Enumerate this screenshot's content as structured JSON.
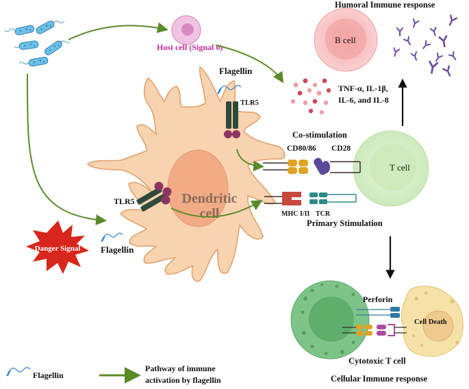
{
  "labels": {
    "humoral_title": "Humoral Immune response",
    "b_cell": "B cell",
    "host_cell": "Host cell (Signal 0)",
    "flagellin_top": "Flagellin",
    "tlr5_upper": "TLR5",
    "cytokines_line1": "TNF-α, IL-1β,",
    "cytokines_line2": "IL-6, and IL-8",
    "costimulation": "Co-stimulation",
    "cd80_86": "CD80/86",
    "cd28": "CD28",
    "tlr5_left": "TLR5",
    "dendritic_line1": "Dendritic",
    "dendritic_line2": "cell",
    "t_cell": "T cell",
    "mhc": "MHC I/II",
    "tcr": "TCR",
    "primary_stimulation": "Primary Stimulation",
    "danger_signal": "Danger Signal",
    "flagellin_left": "Flagellin",
    "perforin": "Perforin",
    "cell_death": "Cell Death",
    "cytotoxic_t_cell": "Cytotoxic T cell",
    "cellular_title": "Cellular Immune response"
  },
  "legend": {
    "flagellin": "Flagellin",
    "pathway_line1": "Pathway of immune",
    "pathway_line2": "activation by flagellin"
  },
  "colors": {
    "pathway_arrow": "#5b8a2a",
    "dark_arrow": "#111111",
    "dendritic_fill": "#f8d3b0",
    "dendritic_stroke": "#e2a877",
    "nucleus": "#f1ab85",
    "tlr5": "#2f4a3a",
    "tlr5_head": "#8c3563",
    "danger_star": "#d9261c",
    "host_cell": "#e6a2d2",
    "host_cell_label": "#c4299a",
    "b_cell": "#f6b8b8",
    "t_cell": "#d8efc9",
    "cytotoxic": "#7ec489",
    "dying_cell": "#f6e2a8",
    "cd80": "#e0a325",
    "cd28": "#5a4a98",
    "mhc": "#c8473f",
    "tcr": "#2e8a86",
    "perforin": "#2f7aa8",
    "antibody": "#6c4aa0",
    "cytokine": "#c9495a",
    "flagellin_tail": "#2a80d6",
    "bacterium": "#5bb4de"
  }
}
